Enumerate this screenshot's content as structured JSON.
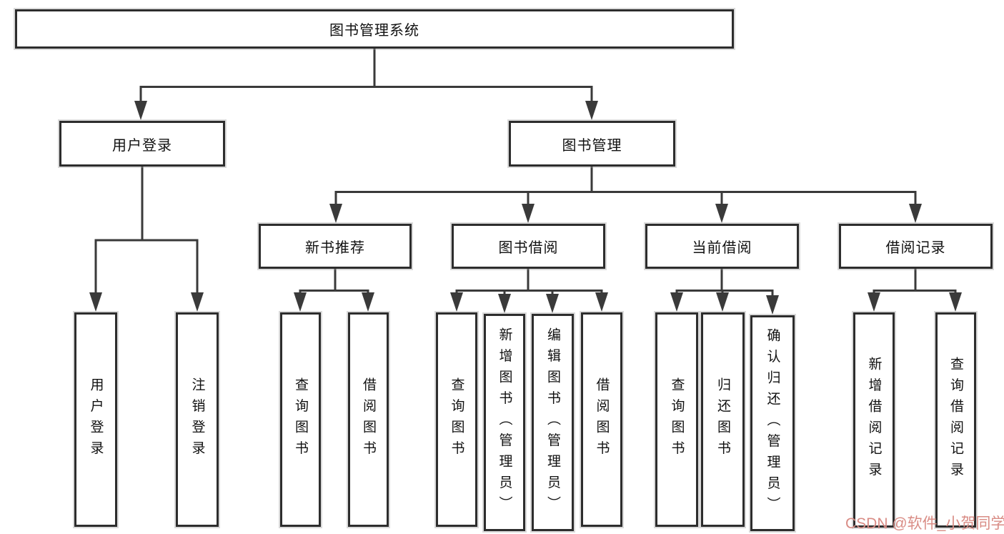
{
  "colors": {
    "line": "#3a3a3a",
    "border": "#2d2d2d",
    "watermark": "#d98c85"
  },
  "diagram": {
    "root": {
      "label": "图书管理系统"
    },
    "branches": [
      {
        "label": "用户登录",
        "children": [
          {
            "label": "用户登录"
          },
          {
            "label": "注销登录"
          }
        ]
      },
      {
        "label": "图书管理",
        "children": [
          {
            "label": "新书推荐",
            "children": [
              {
                "label": "查询图书"
              },
              {
                "label": "借阅图书"
              }
            ]
          },
          {
            "label": "图书借阅",
            "children": [
              {
                "label": "查询图书"
              },
              {
                "label": "新增图书（管理员）"
              },
              {
                "label": "编辑图书（管理员）"
              },
              {
                "label": "借阅图书"
              }
            ]
          },
          {
            "label": "当前借阅",
            "children": [
              {
                "label": "查询图书"
              },
              {
                "label": "归还图书"
              },
              {
                "label": "确认归还（管理员）"
              }
            ]
          },
          {
            "label": "借阅记录",
            "children": [
              {
                "label": "新增借阅记录"
              },
              {
                "label": "查询借阅记录"
              }
            ]
          }
        ]
      }
    ]
  },
  "watermark": {
    "text": "CSDN @软件_小贺同学"
  }
}
